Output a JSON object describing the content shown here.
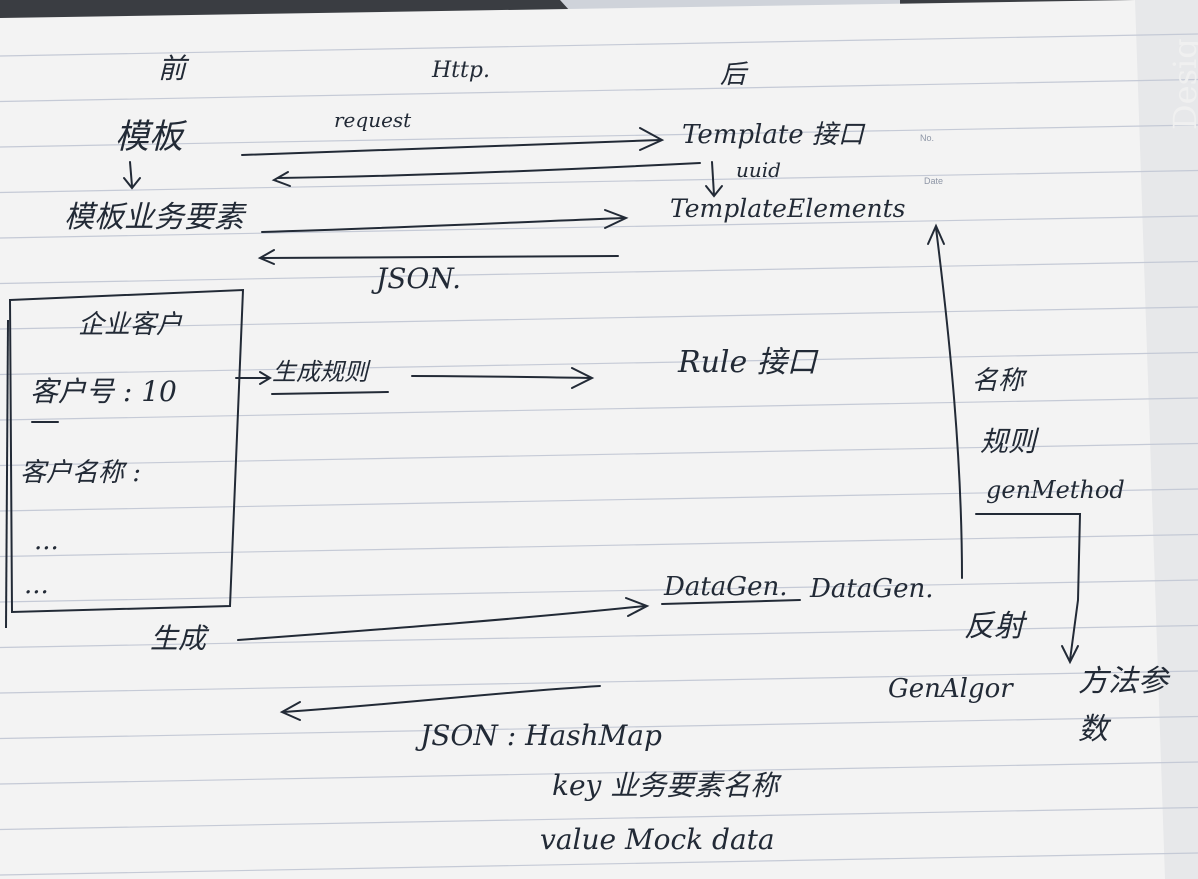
{
  "printed": {
    "no_label": "No.",
    "date_label": "Date"
  },
  "book_spine": {
    "text": "Desig"
  },
  "notes": {
    "col_front": "前",
    "col_http": "Http.",
    "col_back": "后",
    "template": "模板",
    "request": "request",
    "template_api": "Template 接口",
    "uuid": "uuid",
    "template_elements": "模板业务要素",
    "template_element": "TemplateElements",
    "json_1": "JSON.",
    "box_title": "企业客户",
    "box_field_1": "客户号 : 10",
    "box_field_2": "客户名称 :",
    "box_ellipsis_1": "...",
    "box_ellipsis_2": "...",
    "gen_rule": "生成规则",
    "rule_api": "Rule 接口",
    "name": "名称",
    "rule": "规则",
    "gen_method": "genMethod",
    "datagen_link": "DataGen.",
    "datagen_class": "DataGen.",
    "generate": "生成",
    "reflect": "反射",
    "gen_algor": "GenAlgor",
    "method_args": "方法参数",
    "json_hashmap": "JSON : HashMap",
    "key_line": "key  业务要素名称",
    "value_line": "value  Mock data"
  },
  "colors": {
    "paper": "#f4f4f4",
    "rule_line": "#c5cad6",
    "ink": "#222a36"
  }
}
